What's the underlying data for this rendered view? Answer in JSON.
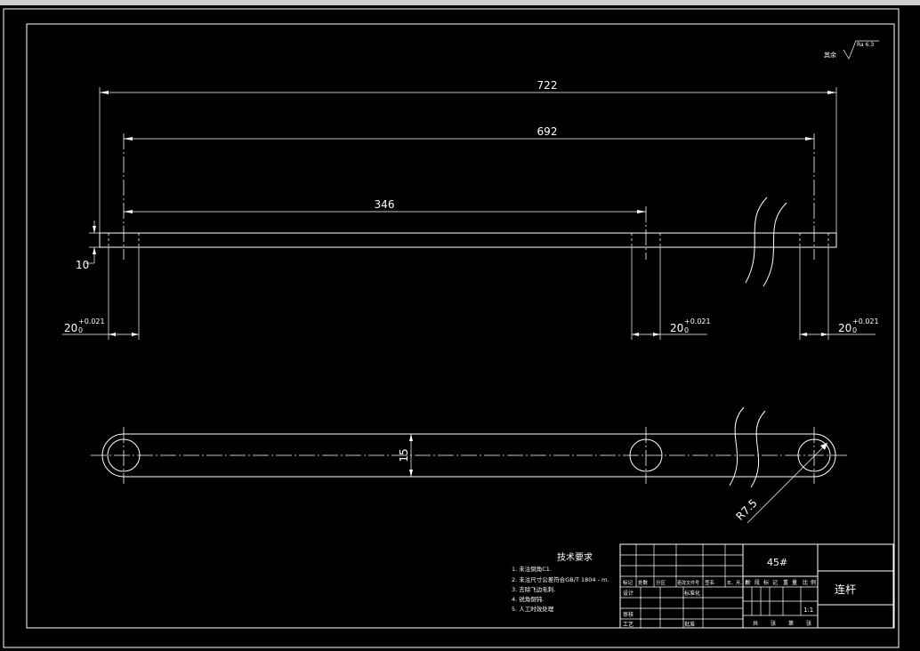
{
  "surface_roughness": {
    "prefix": "其余",
    "value": "Ra 6.3"
  },
  "dimensions": {
    "overall_length": "722",
    "hole_pitch": "692",
    "mid_hole": "346",
    "thickness": "10",
    "width": "15",
    "radius": "R7.5",
    "hole_size": "20",
    "tol_upper": "+0.021",
    "tol_lower": "0"
  },
  "tech_requirements": {
    "title": "技术要求",
    "items": [
      "1. 未注倒角C1.",
      "2. 未注尺寸公差符合GB/T 1804 - m.",
      "3. 去除飞边毛刺.",
      "4. 锐角倒钝.",
      "5. 人工时效处理"
    ]
  },
  "title_block": {
    "material": "45#",
    "part_name": "连杆",
    "scale": "1:1",
    "stage_header": [
      "阶",
      "段",
      "标",
      "记",
      "重",
      "量",
      "比",
      "例"
    ],
    "sheet_labels": [
      "共",
      "张",
      "第",
      "张"
    ],
    "rev_header": [
      "标记",
      "处数",
      "分区",
      "更改文件号",
      "签名",
      "年、月、日"
    ],
    "labels": {
      "design": "设计",
      "standardize": "标准化",
      "review": "审核",
      "process": "工艺",
      "approve": "批准"
    }
  }
}
